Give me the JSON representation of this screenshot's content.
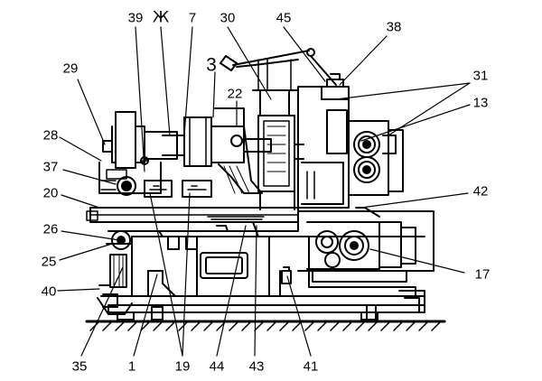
{
  "diagram": {
    "labels": {
      "l39": "39",
      "lZh": "Ж",
      "l7": "7",
      "l30": "30",
      "l45": "45",
      "l38": "38",
      "l29": "29",
      "l3": "3",
      "l22": "22",
      "l31": "31",
      "l13": "13",
      "l28": "28",
      "l37": "37",
      "l20": "20",
      "l42": "42",
      "l26": "26",
      "l25": "25",
      "l17": "17",
      "l40": "40",
      "l35": "35",
      "l1": "1",
      "l19": "19",
      "l44": "44",
      "l43": "43",
      "l41": "41"
    }
  }
}
